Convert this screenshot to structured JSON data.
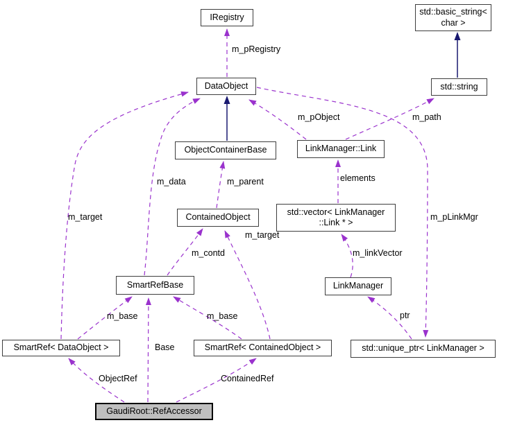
{
  "diagram": {
    "type": "doxygen-collaboration-graph",
    "highlighted_node": "GaudiRoot::RefAccessor",
    "colors": {
      "usage_edge": "#9a32cd",
      "inheritance_edge": "#191970",
      "node_fill": "#ffffff",
      "node_border": "#3d3d3d",
      "highlight_fill": "#bfbfbf",
      "text": "#000000",
      "background": "#ffffff"
    },
    "nodes": [
      {
        "id": "iregistry",
        "label": "IRegistry",
        "highlighted": false
      },
      {
        "id": "std-basic-string",
        "label": "std::basic_string<\nchar >",
        "highlighted": false
      },
      {
        "id": "dataobject",
        "label": "DataObject",
        "highlighted": false
      },
      {
        "id": "std-string",
        "label": "std::string",
        "highlighted": false
      },
      {
        "id": "objectcontainerbase",
        "label": "ObjectContainerBase",
        "highlighted": false
      },
      {
        "id": "linkmanager-link",
        "label": "LinkManager::Link",
        "highlighted": false
      },
      {
        "id": "containedobject",
        "label": "ContainedObject",
        "highlighted": false
      },
      {
        "id": "std-vector-linkmanager-link",
        "label": "std::vector< LinkManager\n::Link * >",
        "highlighted": false
      },
      {
        "id": "smartrefbase",
        "label": "SmartRefBase",
        "highlighted": false
      },
      {
        "id": "linkmanager",
        "label": "LinkManager",
        "highlighted": false
      },
      {
        "id": "smartref-dataobject",
        "label": "SmartRef< DataObject >",
        "highlighted": false
      },
      {
        "id": "smartref-containedobject",
        "label": "SmartRef< ContainedObject >",
        "highlighted": false
      },
      {
        "id": "std-unique-ptr-linkmanager",
        "label": "std::unique_ptr< LinkManager >",
        "highlighted": false
      },
      {
        "id": "gaudiroot-refaccessor",
        "label": "GaudiRoot::RefAccessor",
        "highlighted": true
      }
    ],
    "edges": [
      {
        "from": "DataObject",
        "to": "IRegistry",
        "label": "m_pRegistry",
        "style": "usage"
      },
      {
        "from": "std::string",
        "to": "std::basic_string< char >",
        "label": "",
        "style": "inheritance"
      },
      {
        "from": "ObjectContainerBase",
        "to": "DataObject",
        "label": "",
        "style": "inheritance"
      },
      {
        "from": "LinkManager::Link",
        "to": "DataObject",
        "label": "m_pObject",
        "style": "usage"
      },
      {
        "from": "LinkManager::Link",
        "to": "std::string",
        "label": "m_path",
        "style": "usage"
      },
      {
        "from": "DataObject",
        "to": "std::unique_ptr< LinkManager >",
        "label": "m_pLinkMgr",
        "style": "usage"
      },
      {
        "from": "std::vector< LinkManager::Link * >",
        "to": "LinkManager::Link",
        "label": "elements",
        "style": "usage"
      },
      {
        "from": "LinkManager",
        "to": "std::vector< LinkManager::Link * >",
        "label": "m_linkVector",
        "style": "usage"
      },
      {
        "from": "std::unique_ptr< LinkManager >",
        "to": "LinkManager",
        "label": "ptr",
        "style": "usage"
      },
      {
        "from": "ContainedObject",
        "to": "ObjectContainerBase",
        "label": "m_parent",
        "style": "usage"
      },
      {
        "from": "SmartRefBase",
        "to": "DataObject",
        "label": "m_data",
        "style": "usage"
      },
      {
        "from": "SmartRef< DataObject >",
        "to": "DataObject",
        "label": "m_target",
        "style": "usage"
      },
      {
        "from": "SmartRefBase",
        "to": "ContainedObject",
        "label": "m_contd",
        "style": "usage"
      },
      {
        "from": "SmartRef< ContainedObject >",
        "to": "ContainedObject",
        "label": "m_target",
        "style": "usage"
      },
      {
        "from": "SmartRef< DataObject >",
        "to": "SmartRefBase",
        "label": "m_base",
        "style": "usage"
      },
      {
        "from": "SmartRef< ContainedObject >",
        "to": "SmartRefBase",
        "label": "m_base",
        "style": "usage"
      },
      {
        "from": "GaudiRoot::RefAccessor",
        "to": "SmartRefBase",
        "label": "Base",
        "style": "usage"
      },
      {
        "from": "GaudiRoot::RefAccessor",
        "to": "SmartRef< DataObject >",
        "label": "ObjectRef",
        "style": "usage"
      },
      {
        "from": "GaudiRoot::RefAccessor",
        "to": "SmartRef< ContainedObject >",
        "label": "ContainedRef",
        "style": "usage"
      }
    ]
  }
}
